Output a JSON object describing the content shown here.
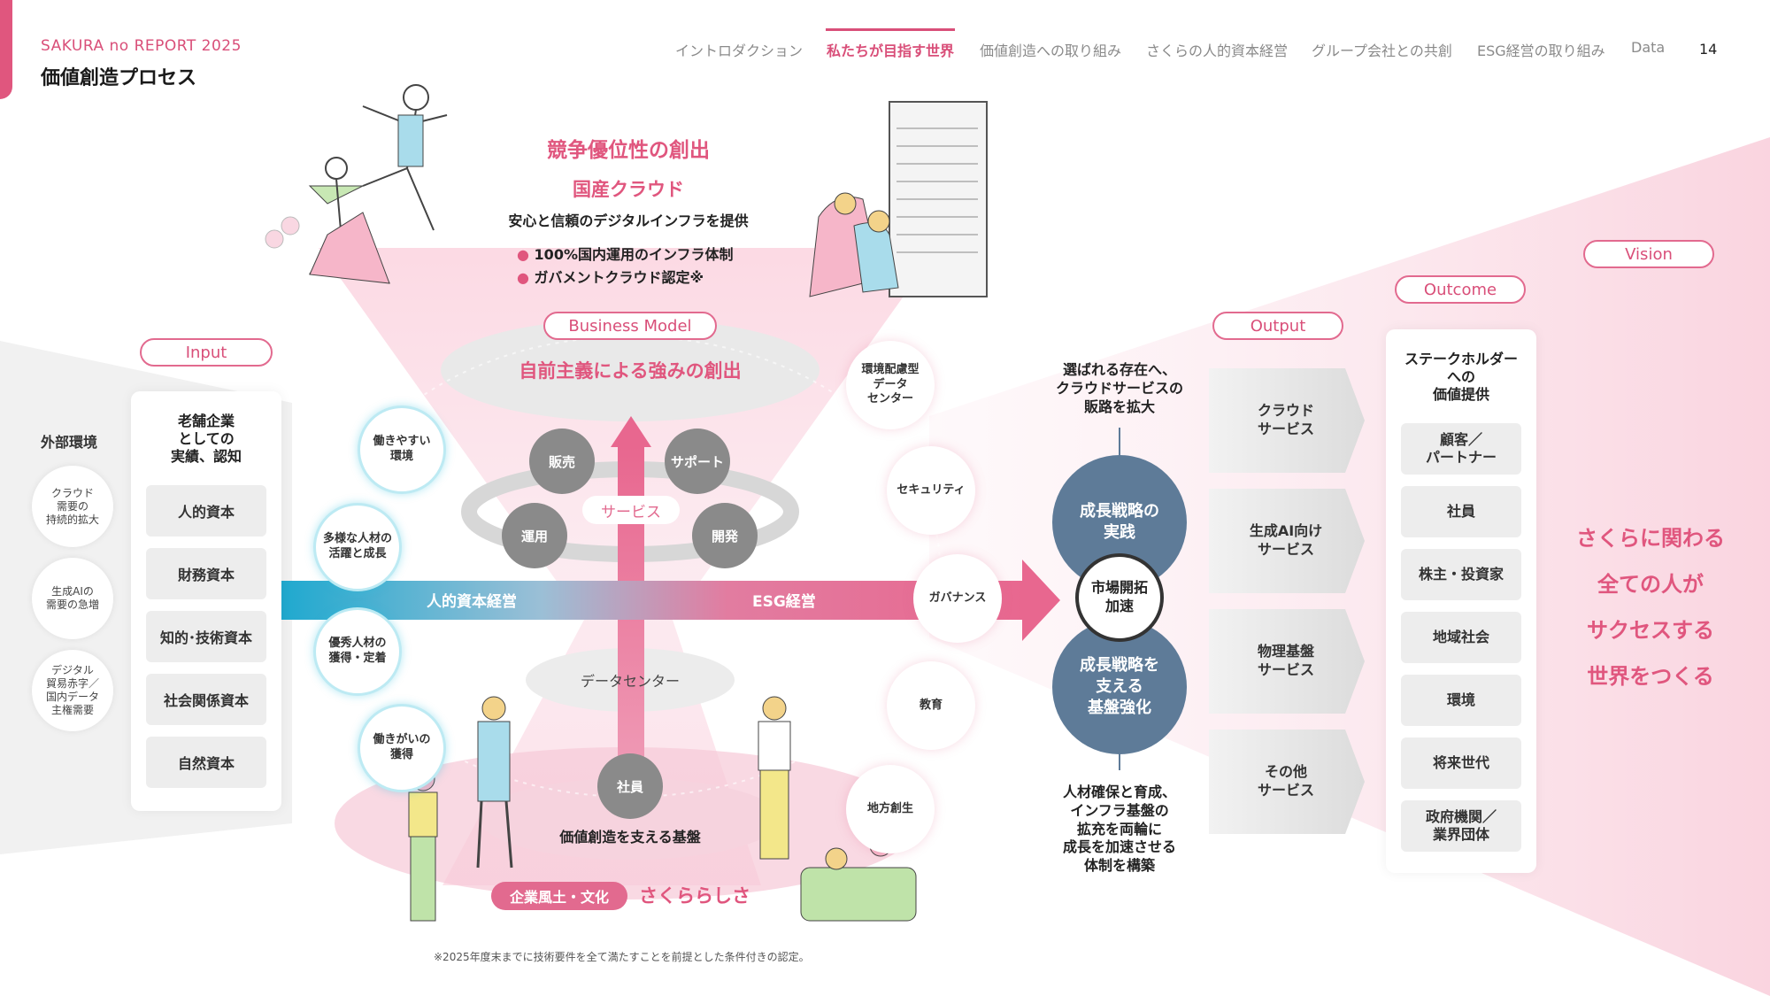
{
  "header": {
    "brand": "SAKURA no REPORT 2025",
    "title": "価値創造プロセス",
    "nav": [
      {
        "label": "イントロダクション"
      },
      {
        "label": "私たちが目指す世界"
      },
      {
        "label": "価値創造への取り組み"
      },
      {
        "label": "さくらの人的資本経営"
      },
      {
        "label": "グループ会社との共創"
      },
      {
        "label": "ESG経営の取り組み"
      },
      {
        "label": "Data"
      }
    ],
    "page_number": "14"
  },
  "top": {
    "headline": "競争優位性の創出",
    "sub": "国産クラウド",
    "desc": "安心と信頼のデジタルインフラを提供",
    "bullets": [
      "100%国内運用のインフラ体制",
      "ガバメントクラウド認定※"
    ]
  },
  "input": {
    "label": "Input",
    "external_label": "外部環境",
    "external": [
      "クラウド\n需要の\n持続的拡大",
      "生成AIの\n需要の急増",
      "デジタル\n貿易赤字／\n国内データ\n主権需要"
    ],
    "heading": "老舗企業\nとしての\n実績、認知",
    "capitals": [
      "人的資本",
      "財務資本",
      "知的･技術資本",
      "社会関係資本",
      "自然資本"
    ]
  },
  "business_model": {
    "label": "Business Model",
    "headline": "自前主義による強みの創出",
    "service_label": "サービス",
    "nodes": [
      "販売",
      "サポート",
      "運用",
      "開発"
    ],
    "data_center": "データセンター",
    "employee": "社員",
    "foundation": "価値創造を支える基盤",
    "culture_tag": "企業風土・文化",
    "culture_value": "さくららしさ"
  },
  "arrow": {
    "left_label": "人的資本経営",
    "right_label": "ESG経営"
  },
  "left_circles": [
    "働きやすい\n環境",
    "多様な人材の\n活躍と成長",
    "優秀人材の\n獲得・定着",
    "働きがいの\n獲得"
  ],
  "right_circles": [
    "環境配慮型\nデータ\nセンター",
    "セキュリティ",
    "ガバナンス",
    "教育",
    "地方創生"
  ],
  "strategy": {
    "top_text": "選ばれる存在へ、\nクラウドサービスの\n販路を拡大",
    "top_circle": "成長戦略の\n実践",
    "middle": "市場開拓\n加速",
    "bottom_circle": "成長戦略を\n支える\n基盤強化",
    "bottom_text": "人材確保と育成、\nインフラ基盤の\n拡充を両輪に\n成長を加速させる\n体制を構築"
  },
  "output": {
    "label": "Output",
    "items": [
      "クラウド\nサービス",
      "生成AI向け\nサービス",
      "物理基盤\nサービス",
      "その他\nサービス"
    ]
  },
  "outcome": {
    "label": "Outcome",
    "heading": "ステークホルダー\nへの\n価値提供",
    "items": [
      "顧客／\nパートナー",
      "社員",
      "株主・投資家",
      "地域社会",
      "環境",
      "将来世代",
      "政府機関／\n業界団体"
    ]
  },
  "vision": {
    "label": "Vision",
    "lines": [
      "さくらに関わる",
      "全ての人が",
      "サクセスする",
      "世界をつくる"
    ]
  },
  "footnote": "※2025年度末までに技術要件を全て満たすことを前提とした条件付きの認定。",
  "colors": {
    "accent": "#e0567e",
    "arrow_blue": "#1fa9cf",
    "arrow_pink": "#e8678f",
    "strategy_navy": "#5e7b98"
  }
}
